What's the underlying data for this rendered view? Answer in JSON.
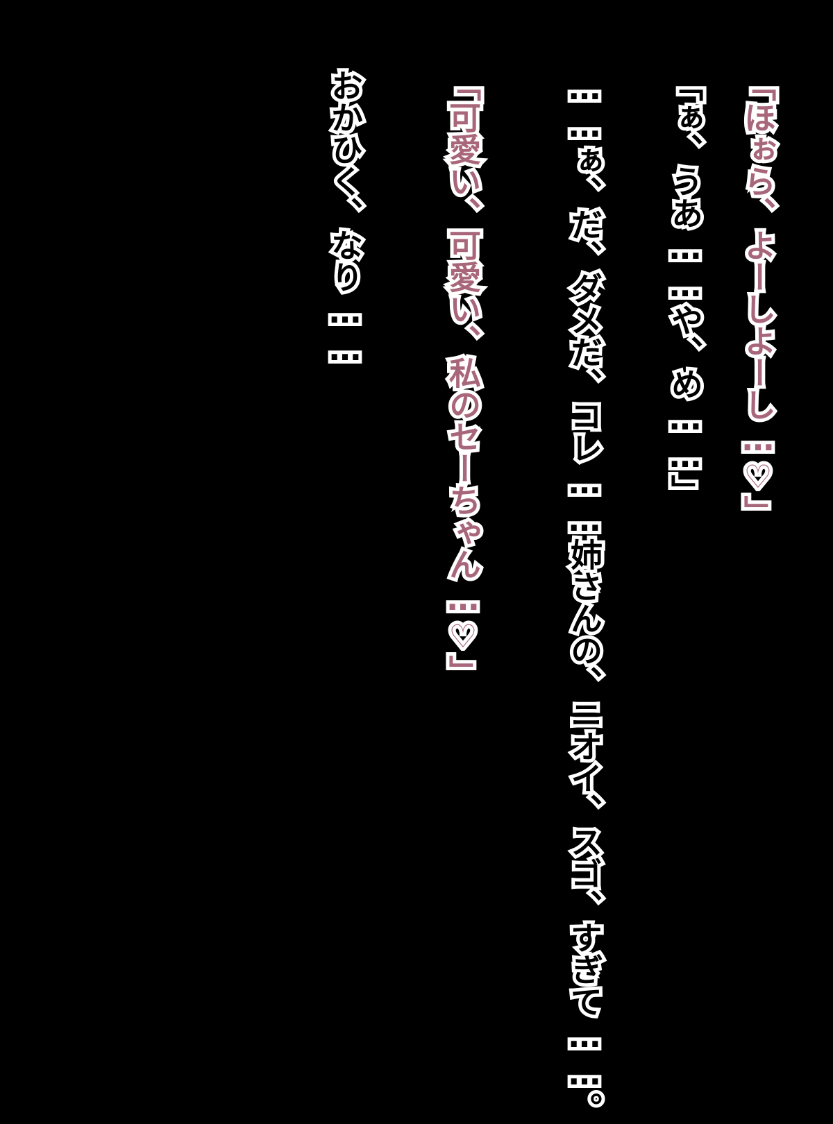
{
  "colors": {
    "background": "#000000",
    "outline": "#ffffff",
    "pink_text": "#a8667a",
    "plain_text": "#000000"
  },
  "lines": [
    {
      "text": "「ほぉら、よーしよーし…♡」",
      "style": "pink"
    },
    {
      "text": "「ぁ、うあ……や、め……」",
      "style": "plain"
    },
    {
      "text": "……ぁ、だ、ダメだ、コレ……姉さんの、ニオイ、スゴ、すぎて……。",
      "style": "plain"
    },
    {
      "text": "「可愛い、可愛い、私のセーちゃん…♡」",
      "style": "pink"
    },
    {
      "text": "おかひく、なり……",
      "style": "plain"
    }
  ]
}
